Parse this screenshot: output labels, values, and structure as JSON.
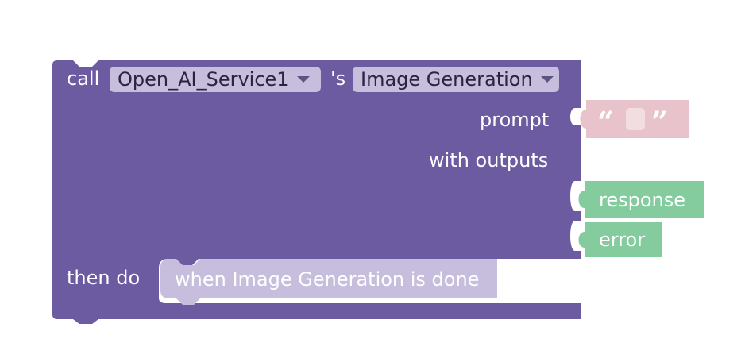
{
  "block": {
    "call_label": "call",
    "component_value": "Open_AI_Service1",
    "possessive": "'s",
    "method_value": "Image Generation",
    "prompt_label": "prompt",
    "outputs_label": "with outputs",
    "then_label": "then do",
    "colors": {
      "block": "#6c5ba1",
      "dropdown": "#c6bedc",
      "string": "#e9c3cb",
      "output": "#84cc9e",
      "callback": "#c6bedc"
    }
  },
  "prompt_string": {
    "open_quote": "“",
    "close_quote": "”"
  },
  "outputs": {
    "response_label": "response",
    "error_label": "error"
  },
  "callback": {
    "label": "when Image Generation is done"
  }
}
